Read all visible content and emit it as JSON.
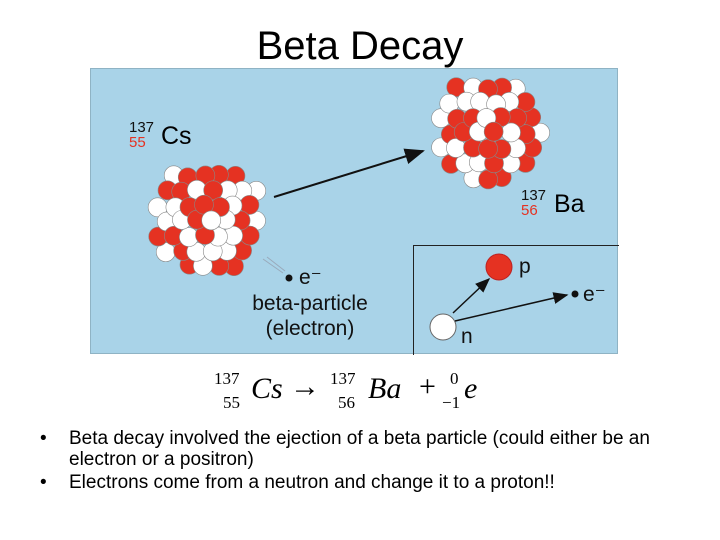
{
  "title": "Beta Decay",
  "diagram": {
    "parent": {
      "mass": "137",
      "z": "55",
      "symbol": "Cs"
    },
    "daughter": {
      "mass": "137",
      "z": "56",
      "symbol": "Ba"
    },
    "electron_symbol": "e⁻",
    "beta_caption_line1": "beta-particle",
    "beta_caption_line2": "(electron)",
    "inset": {
      "proton": "p",
      "neutron": "n",
      "electron": "e⁻"
    },
    "colors": {
      "proton": "#e53222",
      "neutron": "#ffffff",
      "background": "#a9d3e8"
    }
  },
  "equation": {
    "cs_mass": "137",
    "cs_z": "55",
    "cs": "Cs",
    "arrow": "→",
    "ba_mass": "137",
    "ba_z": "56",
    "ba": "Ba",
    "plus": "+",
    "e_mass": "0",
    "e_z": "−1",
    "e": "e"
  },
  "bullets": [
    "Beta decay involved the ejection of a beta particle (could either be an electron or a positron)",
    "Electrons come from a neutron and change it to a proton!!"
  ],
  "bullet_glyph": "•"
}
